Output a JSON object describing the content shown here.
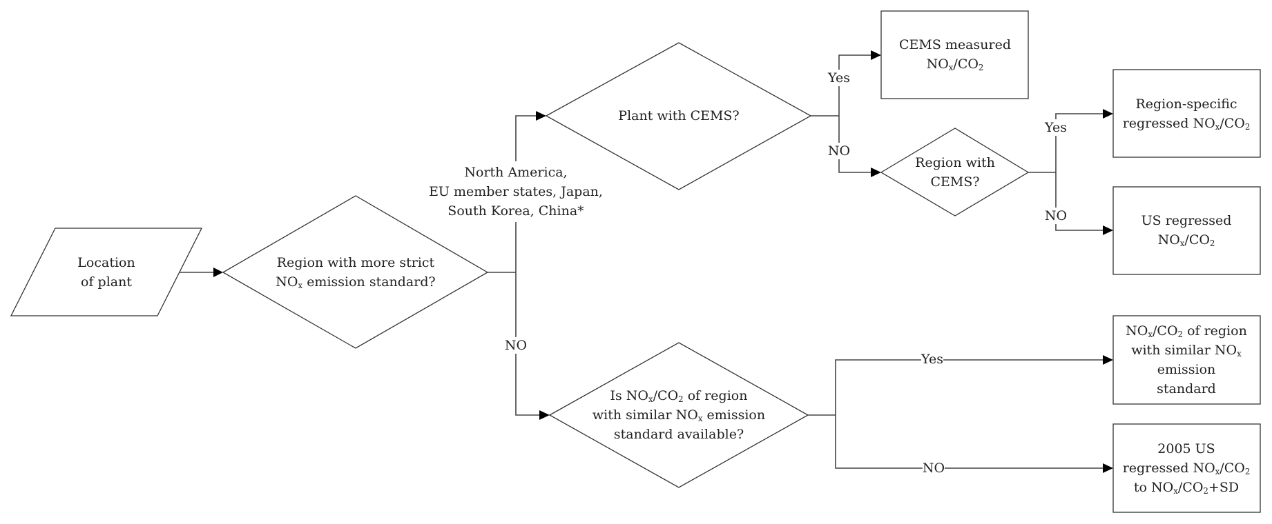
{
  "diagram": {
    "nodes": {
      "start": {
        "type": "parallelogram",
        "lines": [
          "Location",
          "of plant"
        ]
      },
      "q_strict": {
        "type": "decision",
        "lines": [
          "Region with more strict",
          "NO{x} emission standard?"
        ]
      },
      "q_plant_cems": {
        "type": "decision",
        "lines": [
          "Plant with CEMS?"
        ]
      },
      "q_region_cems": {
        "type": "decision",
        "lines": [
          "Region with",
          "CEMS?"
        ]
      },
      "q_similar": {
        "type": "decision",
        "lines": [
          "Is NO{x}/CO{2} of region",
          "with similar NO{x} emission",
          "standard available?"
        ]
      },
      "r_cems_measured": {
        "type": "process",
        "lines": [
          "CEMS measured",
          "NO{x}/CO{2}"
        ]
      },
      "r_region_specific": {
        "type": "process",
        "lines": [
          "Region-specific",
          "regressed NO{x}/CO{2}"
        ]
      },
      "r_us_regressed": {
        "type": "process",
        "lines": [
          "US regressed",
          "NO{x}/CO{2}"
        ]
      },
      "r_similar_region": {
        "type": "process",
        "lines": [
          "NO{x}/CO{2} of region",
          "with similar NO{x}",
          "emission",
          "standard"
        ]
      },
      "r_2005_us": {
        "type": "process",
        "lines": [
          "2005 US",
          "regressed NO{x}/CO{2}",
          "to NO{x}/CO{2}+SD"
        ]
      }
    },
    "edge_labels": {
      "strict_yes": [
        "North America,",
        "EU member states, Japan,",
        "South Korea, China*"
      ],
      "strict_no": "NO",
      "plant_cems_yes": "Yes",
      "plant_cems_no": "NO",
      "region_cems_yes": "Yes",
      "region_cems_no": "NO",
      "similar_yes": "Yes",
      "similar_no": "NO"
    },
    "edges": [
      {
        "from": "start",
        "to": "q_strict"
      },
      {
        "from": "q_strict",
        "to": "q_plant_cems",
        "label": "strict_yes"
      },
      {
        "from": "q_strict",
        "to": "q_similar",
        "label": "strict_no"
      },
      {
        "from": "q_plant_cems",
        "to": "r_cems_measured",
        "label": "plant_cems_yes"
      },
      {
        "from": "q_plant_cems",
        "to": "q_region_cems",
        "label": "plant_cems_no"
      },
      {
        "from": "q_region_cems",
        "to": "r_region_specific",
        "label": "region_cems_yes"
      },
      {
        "from": "q_region_cems",
        "to": "r_us_regressed",
        "label": "region_cems_no"
      },
      {
        "from": "q_similar",
        "to": "r_similar_region",
        "label": "similar_yes"
      },
      {
        "from": "q_similar",
        "to": "r_2005_us",
        "label": "similar_no"
      }
    ]
  }
}
